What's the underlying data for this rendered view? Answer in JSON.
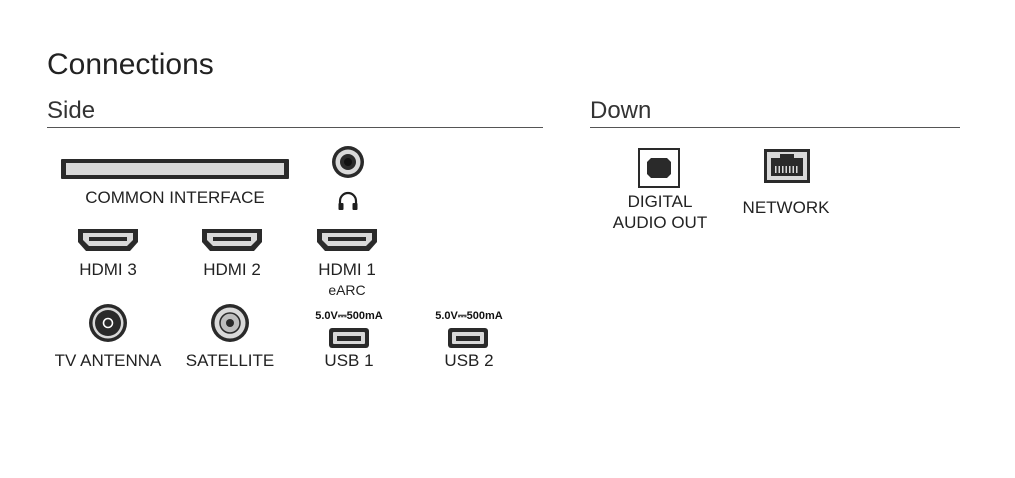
{
  "title": "Connections",
  "sections": {
    "side": "Side",
    "down": "Down"
  },
  "ports": {
    "common_interface": "COMMON INTERFACE",
    "hdmi3": "HDMI 3",
    "hdmi2": "HDMI 2",
    "hdmi1": "HDMI 1",
    "hdmi1_sub": "eARC",
    "tv_antenna": "TV ANTENNA",
    "satellite": "SATELLITE",
    "usb1": "USB 1",
    "usb2": "USB 2",
    "usb_spec": "5.0V⎓500mA",
    "digital_audio_line1": "DIGITAL",
    "digital_audio_line2": "AUDIO OUT",
    "network": "NETWORK"
  },
  "icons": {
    "headphone": "headphone-icon"
  },
  "colors": {
    "port_dark": "#2a2a2a",
    "port_light": "#d9d9d9",
    "rule": "#555555"
  }
}
